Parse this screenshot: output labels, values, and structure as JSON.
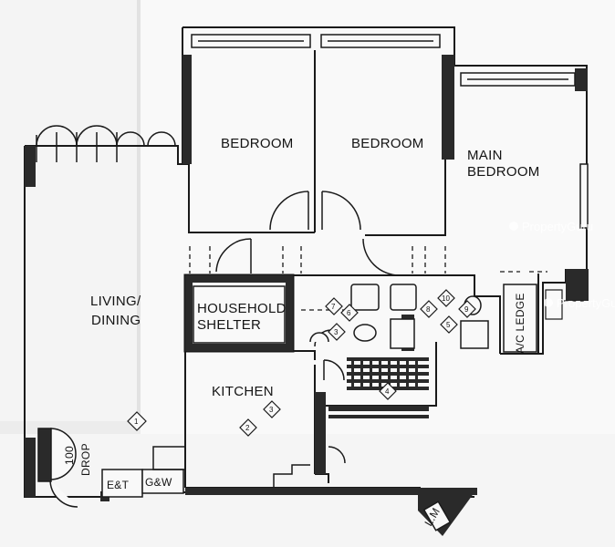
{
  "rooms": {
    "bedroom_1": "BEDROOM",
    "bedroom_2": "BEDROOM",
    "main_bedroom_line1": "MAIN",
    "main_bedroom_line2": "BEDROOM",
    "living_line1": "LIVING/",
    "living_line2": "DINING",
    "household_line1": "HOUSEHOLD",
    "household_line2": "SHELTER",
    "kitchen": "KITCHEN",
    "ac_ledge": "A/C LEDGE",
    "refuse_chute": "DROP",
    "refuse_chute_top": "100",
    "electrical_telecom": "E&T",
    "gas_water": "G&W",
    "lift": "L.M"
  },
  "watermarks": {
    "text_1": "PropertyGuru",
    "text_2": "PropertyGuru"
  },
  "markers": [
    "1",
    "2",
    "3",
    "3",
    "4",
    "5",
    "6",
    "7",
    "8",
    "9",
    "10"
  ],
  "colors": {
    "paper": "#f7f7f7",
    "paper_shadow": "#dcdcdc",
    "wall": "#1a1a1a",
    "wall_fill": "#555555",
    "tile": "#2a2a2a"
  }
}
